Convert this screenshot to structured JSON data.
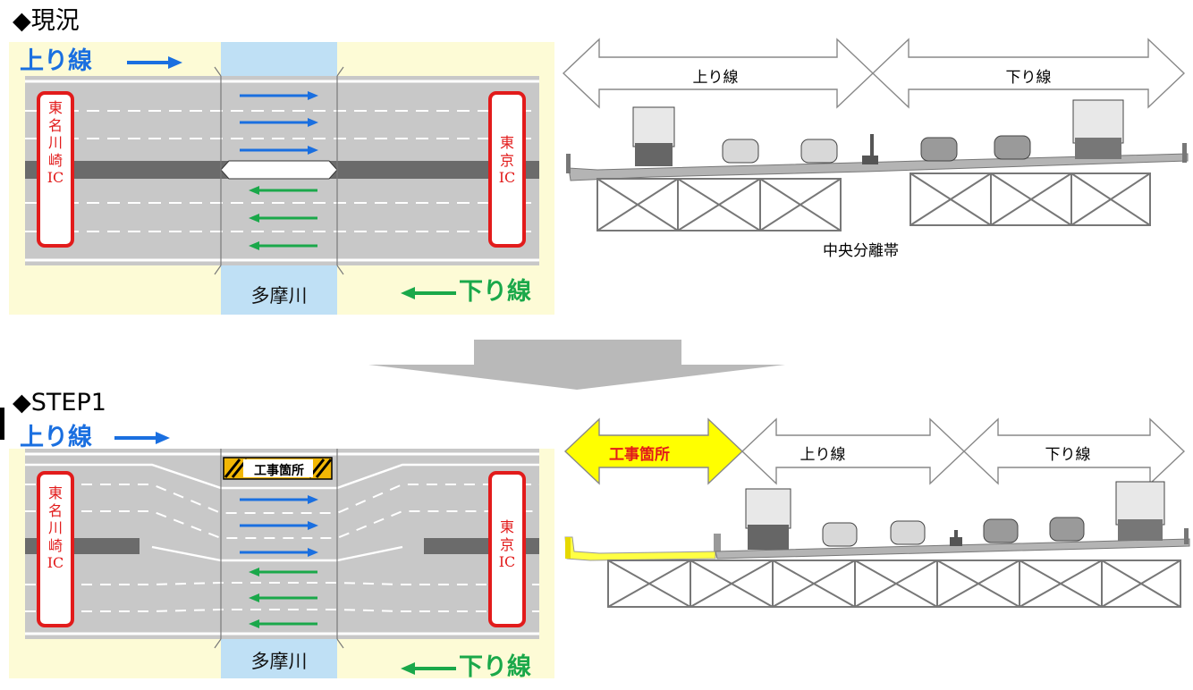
{
  "current": {
    "title": "◆現況",
    "up_label": "上り線",
    "down_label": "下り線",
    "river": "多摩川",
    "left_ic": "東\n名\n川\n崎\nIC",
    "right_ic": "東\n京\nIC",
    "cross_up": "上り線",
    "cross_down": "下り線",
    "median": "中央分離帯"
  },
  "step1": {
    "title": "◆STEP1",
    "up_label": "上り線",
    "down_label": "下り線",
    "river": "多摩川",
    "left_ic": "東\n名\n川\n崎\nIC",
    "right_ic": "東\n京\nIC",
    "work_sign": "工事箇所",
    "cross_work": "工事箇所",
    "cross_up": "上り線",
    "cross_down": "下り線"
  },
  "colors": {
    "up_arrow": "#1a6fe0",
    "down_arrow": "#1aa84a",
    "road": "#c8c8c8",
    "median": "#6b6b6b",
    "river": "#bfe0f5",
    "background_panel": "#fdfbd6",
    "ic_border": "#e21b1b",
    "work_highlight": "#ffff00",
    "transition_arrow": "#b9b9b9"
  },
  "icons": {
    "lane_arrow": "right-arrow",
    "transition": "down-arrow"
  }
}
